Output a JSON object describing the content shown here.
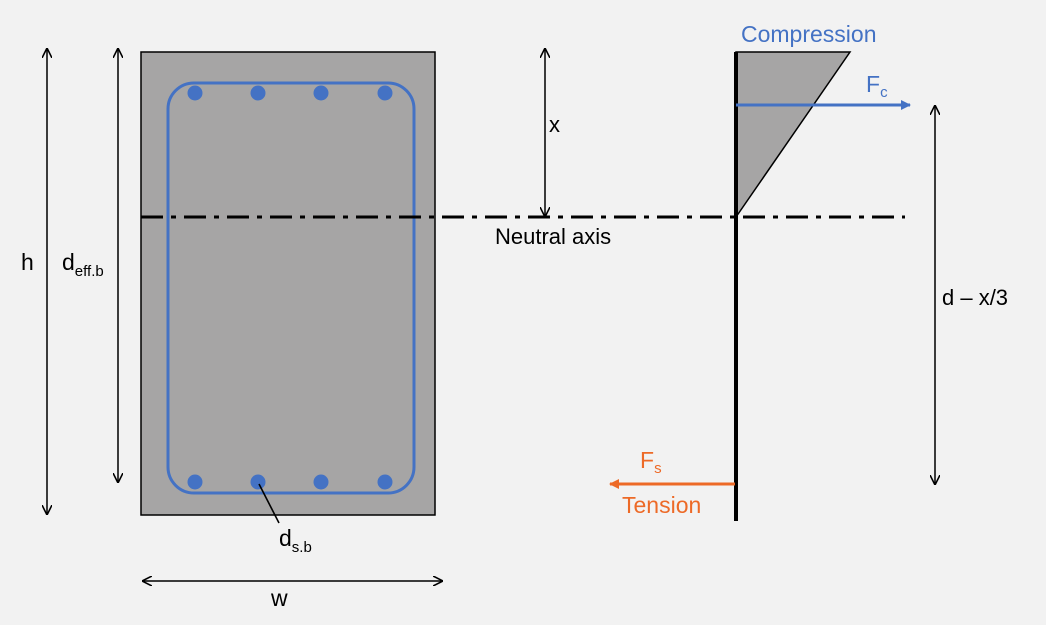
{
  "labels": {
    "compression": "Compression",
    "tension": "Tension",
    "neutral_axis": "Neutral axis",
    "h": "h",
    "d_eff_main": "d",
    "d_eff_sub": "eff.b",
    "d_s_main": "d",
    "d_s_sub": "s.b",
    "w": "w",
    "x": "x",
    "lever_arm": "d – x/3",
    "fc_main": "F",
    "fc_sub": "c",
    "fs_main": "F",
    "fs_sub": "s"
  },
  "colors": {
    "background": "#f2f2f2",
    "concrete": "#a6a5a5",
    "rebar": "#4472c4",
    "compression": "#4472c4",
    "tension": "#ed6a27",
    "line": "#000000"
  }
}
